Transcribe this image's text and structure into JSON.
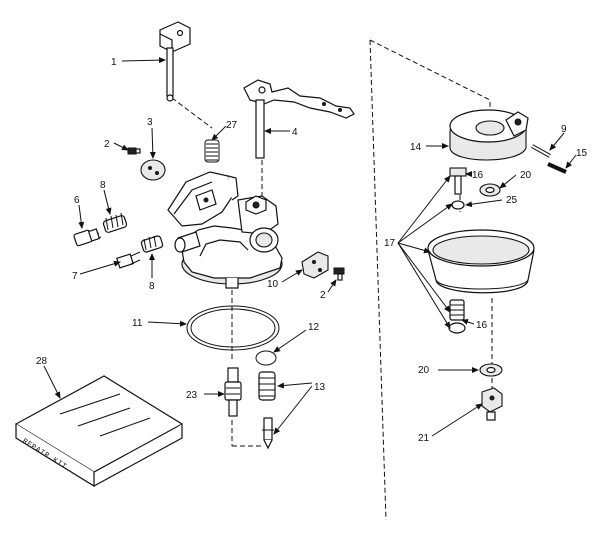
{
  "labels": {
    "p1": "1",
    "p2a": "2",
    "p2b": "2",
    "p3": "3",
    "p4": "4",
    "p6": "6",
    "p7": "7",
    "p8a": "8",
    "p8b": "8",
    "p9": "9",
    "p10": "10",
    "p11": "11",
    "p12": "12",
    "p13": "13",
    "p14": "14",
    "p15": "15",
    "p16a": "16",
    "p16b": "16",
    "p17": "17",
    "p20a": "20",
    "p20b": "20",
    "p21": "21",
    "p23": "23",
    "p25": "25",
    "p27": "27",
    "p28": "28"
  },
  "kit_text": "REPAIR KIT"
}
